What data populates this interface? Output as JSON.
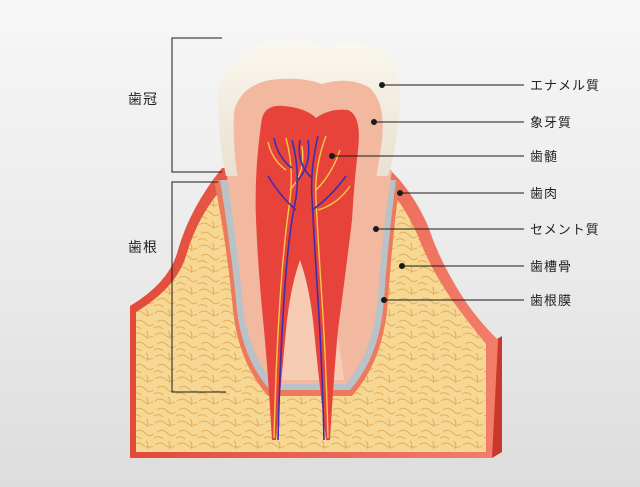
{
  "labels": {
    "left": {
      "crown": "歯冠",
      "root": "歯根"
    },
    "right": {
      "enamel": "エナメル質",
      "dentin": "象牙質",
      "pulp": "歯髄",
      "gingiva": "歯肉",
      "cementum": "セメント質",
      "alveolar_bone": "歯槽骨",
      "periodontal_ligament": "歯根膜"
    }
  },
  "colors": {
    "enamel": "#f2ecdf",
    "dentin": "#f2b9a0",
    "pulp": "#e8433b",
    "gingiva": "#ef6a58",
    "cementum": "#b9c2c6",
    "alveolar_bone": "#f4d08a",
    "nerve": "#f5c84a",
    "vessel": "#3b2fb0"
  }
}
